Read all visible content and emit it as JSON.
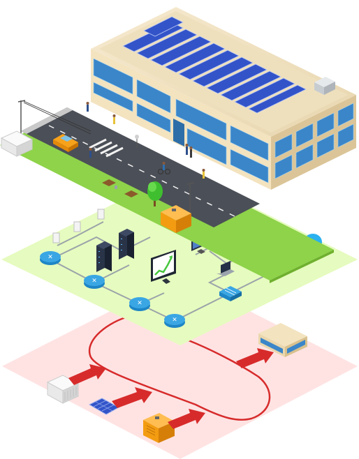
{
  "scene": {
    "layers": [
      {
        "name": "building",
        "description": ""
      },
      {
        "name": "network",
        "description": ""
      },
      {
        "name": "energy",
        "description": ""
      }
    ],
    "colors": {
      "grass": "#8ed34a",
      "road": "#4b4f57",
      "network_plane": "#e8fbc4",
      "energy_plane": "#ffe0e0",
      "energy_line": "#d72b2b",
      "router": "#1e86c6",
      "solar": "#3354c9",
      "facade": "#f3e3bf",
      "window": "#3b86c9",
      "generator": "#f39c12",
      "cloud": "#1ea0e0",
      "chart_line": "#46c63d"
    },
    "icons": [
      "office-building-icon",
      "solar-roof-icon",
      "street-lamp-icon",
      "car-icon",
      "pedestrian-icon",
      "cyclist-icon",
      "tree-icon",
      "bench-icon",
      "generator-icon",
      "battery-container-icon",
      "router-icon",
      "server-rack-icon",
      "monitor-icon",
      "laptop-icon",
      "network-switch-icon",
      "cloud-icon",
      "arrow-icon",
      "solar-panel-icon"
    ]
  }
}
